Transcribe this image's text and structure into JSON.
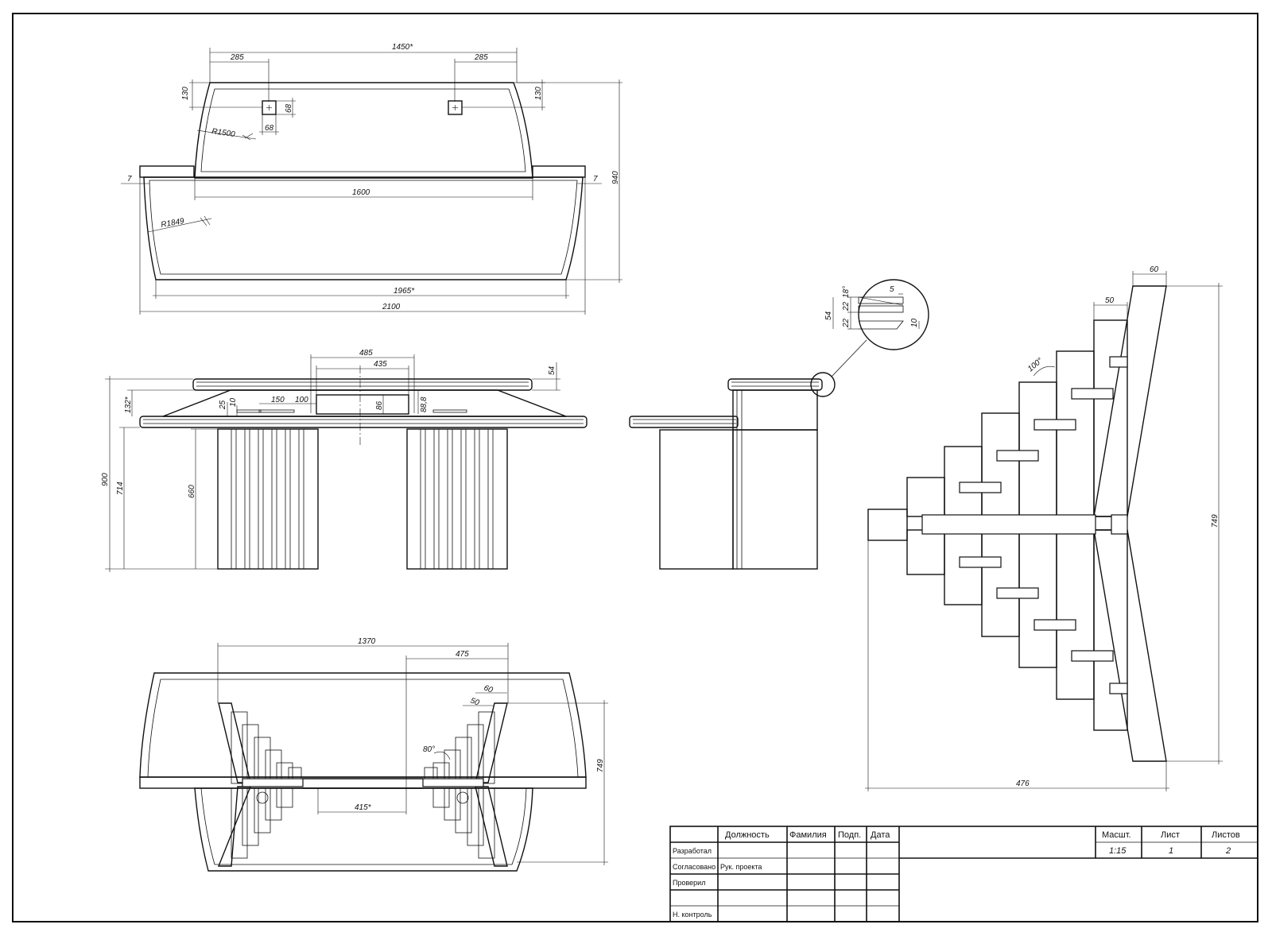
{
  "top_view": {
    "dims": {
      "d1450": "1450*",
      "d285_left": "285",
      "d285_right": "285",
      "d130_left": "130",
      "d130_right": "130",
      "d68_a": "68",
      "d68_b": "68",
      "r1500": "R1500",
      "d7_left": "7",
      "d7_right": "7",
      "d940": "940",
      "d1600": "1600",
      "r1849": "R1849",
      "d1965": "1965*",
      "d2100": "2100"
    }
  },
  "front_view": {
    "dims": {
      "d485": "485",
      "d435": "435",
      "d54": "54",
      "d132": "132*",
      "d25": "25",
      "d10": "10",
      "d150": "150",
      "d100": "100",
      "d86": "86",
      "d88": "88,8",
      "d900": "900",
      "d714": "714",
      "d660": "660"
    }
  },
  "detail_view": {
    "dims": {
      "d18": "18°",
      "d5": "5",
      "d54": "54",
      "d22_a": "22",
      "d22_b": "22",
      "d10": "10"
    }
  },
  "leg_view": {
    "dims": {
      "d60": "60",
      "d50": "50",
      "d100deg": "100°",
      "d749": "749",
      "d476": "476"
    }
  },
  "bottom_view": {
    "dims": {
      "d1370": "1370",
      "d475": "475",
      "d60": "60",
      "d50": "50",
      "d80deg": "80°",
      "d749": "749",
      "d415": "415*"
    }
  },
  "title_block": {
    "col_position": "Должность",
    "col_surname": "Фамилия",
    "col_sign": "Подп.",
    "col_date": "Дата",
    "row_developed": "Разработал",
    "row_agreed": "Согласовано",
    "row_agreed_position": "Рук. проекта",
    "row_checked": "Проверил",
    "row_ncontrol": "Н. контроль",
    "scale_label": "Масшт.",
    "sheet_label": "Лист",
    "sheets_label": "Листов",
    "scale_value": "1:15",
    "sheet_value": "1",
    "sheets_value": "2"
  }
}
